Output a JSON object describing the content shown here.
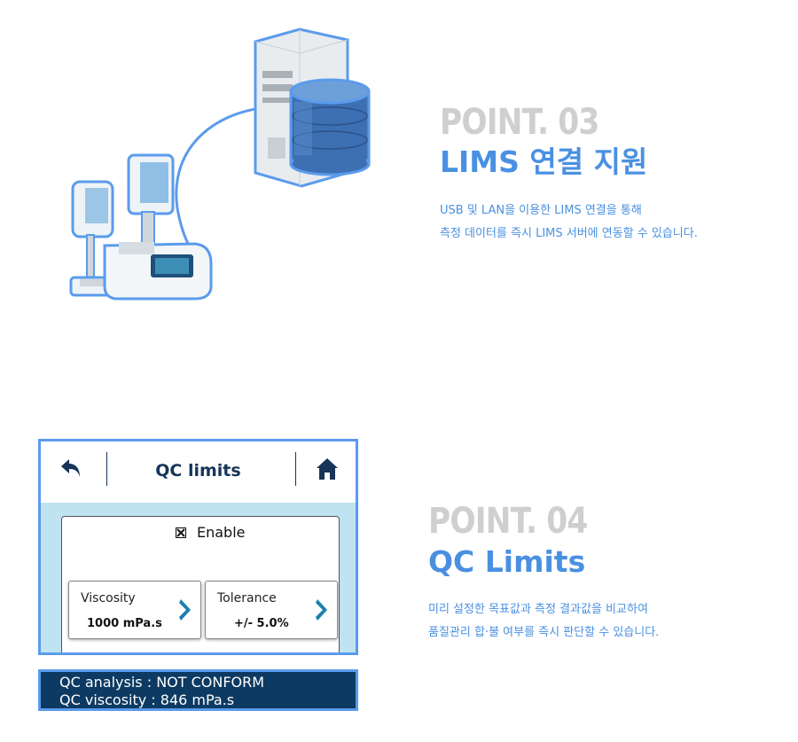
{
  "point3": {
    "number": "POINT. 03",
    "title": "LIMS 연결 지원",
    "desc_line1": "USB 및 LAN을 이용한 LIMS 연결을 통해",
    "desc_line2": "측정 데이터를 즉시 LIMS 서버에 연동할 수 있습니다."
  },
  "point4": {
    "number": "POINT. 04",
    "title": "QC Limits",
    "desc_line1": "미리 설정한 목표값과 측정 결과값을 비교하여",
    "desc_line2": "품질관리 합·불 여부를 즉시 판단할 수 있습니다."
  },
  "qc_screen": {
    "title": "QC limits",
    "enable_label": "Enable",
    "enable_checked": true,
    "viscosity_label": "Viscosity",
    "viscosity_value": "1000 mPa.s",
    "tolerance_label": "Tolerance",
    "tolerance_value": "+/- 5.0%",
    "status_line1": "QC analysis : NOT CONFORM",
    "status_line2": "QC viscosity : 846 mPa.s"
  },
  "colors": {
    "accent_blue": "#4a90e2",
    "point_gray": "#cfcfcf",
    "panel_navy": "#0d3a62",
    "panel_light": "#bfe3f1",
    "chevron_teal": "#1a7fae"
  },
  "icons": [
    "back-arrow-icon",
    "home-icon",
    "checkbox-checked-icon",
    "chevron-right-icon",
    "server-icon",
    "database-icon",
    "viscometer-icon"
  ]
}
